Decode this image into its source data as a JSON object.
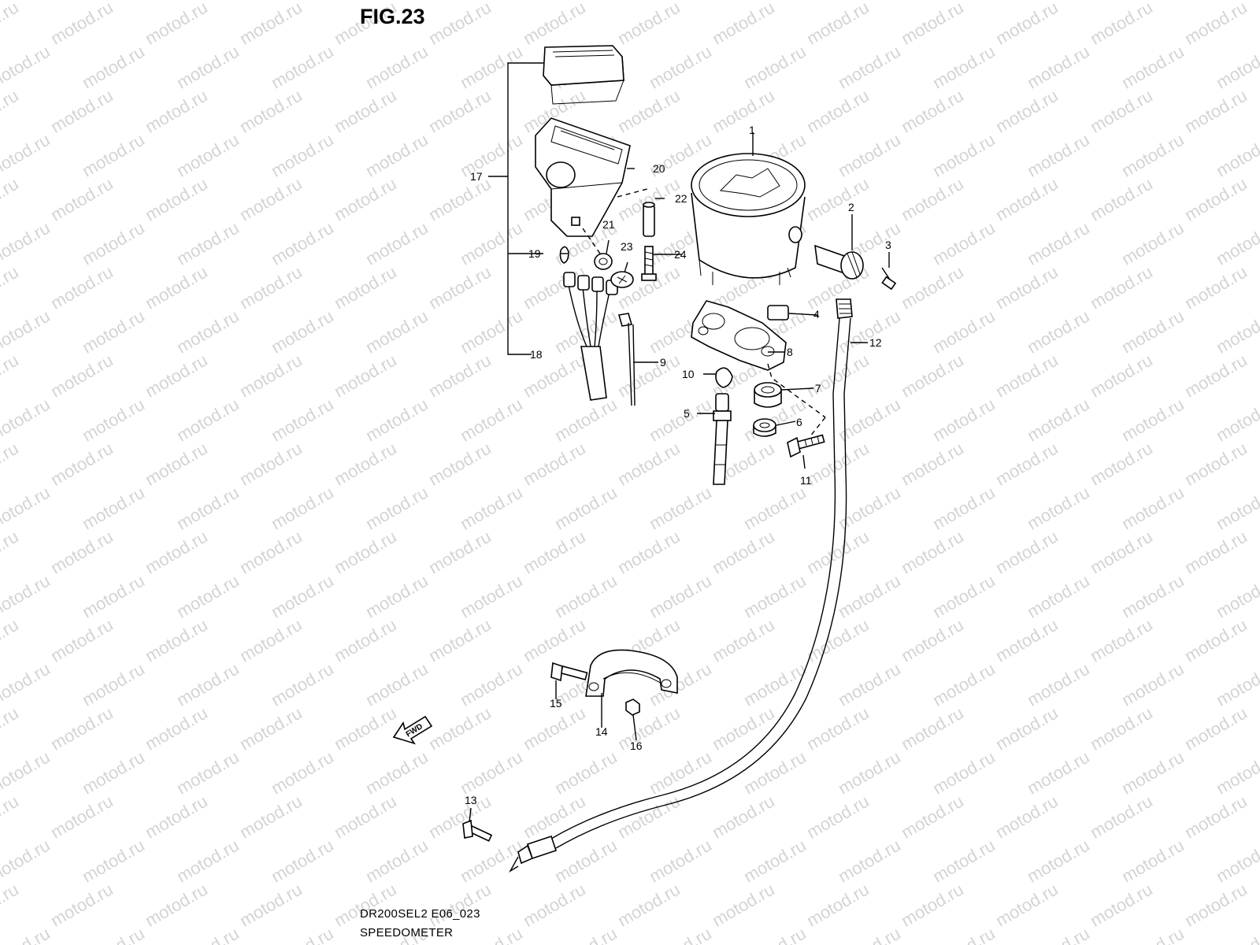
{
  "header": {
    "title": "FIG.23"
  },
  "watermark": {
    "text": "motod.ru"
  },
  "footer": {
    "code": "DR200SEL2 E06_023",
    "caption": "SPEEDOMETER"
  },
  "forward_label": "FWD",
  "callouts": {
    "c1": "1",
    "c2": "2",
    "c3": "3",
    "c4": "4",
    "c5": "5",
    "c6": "6",
    "c7": "7",
    "c8": "8",
    "c9": "9",
    "c10": "10",
    "c11": "11",
    "c12": "12",
    "c13": "13",
    "c14": "14",
    "c15": "15",
    "c16": "16",
    "c17": "17",
    "c18": "18",
    "c19": "19",
    "c20": "20",
    "c21": "21",
    "c22": "22",
    "c23": "23",
    "c24": "24"
  }
}
